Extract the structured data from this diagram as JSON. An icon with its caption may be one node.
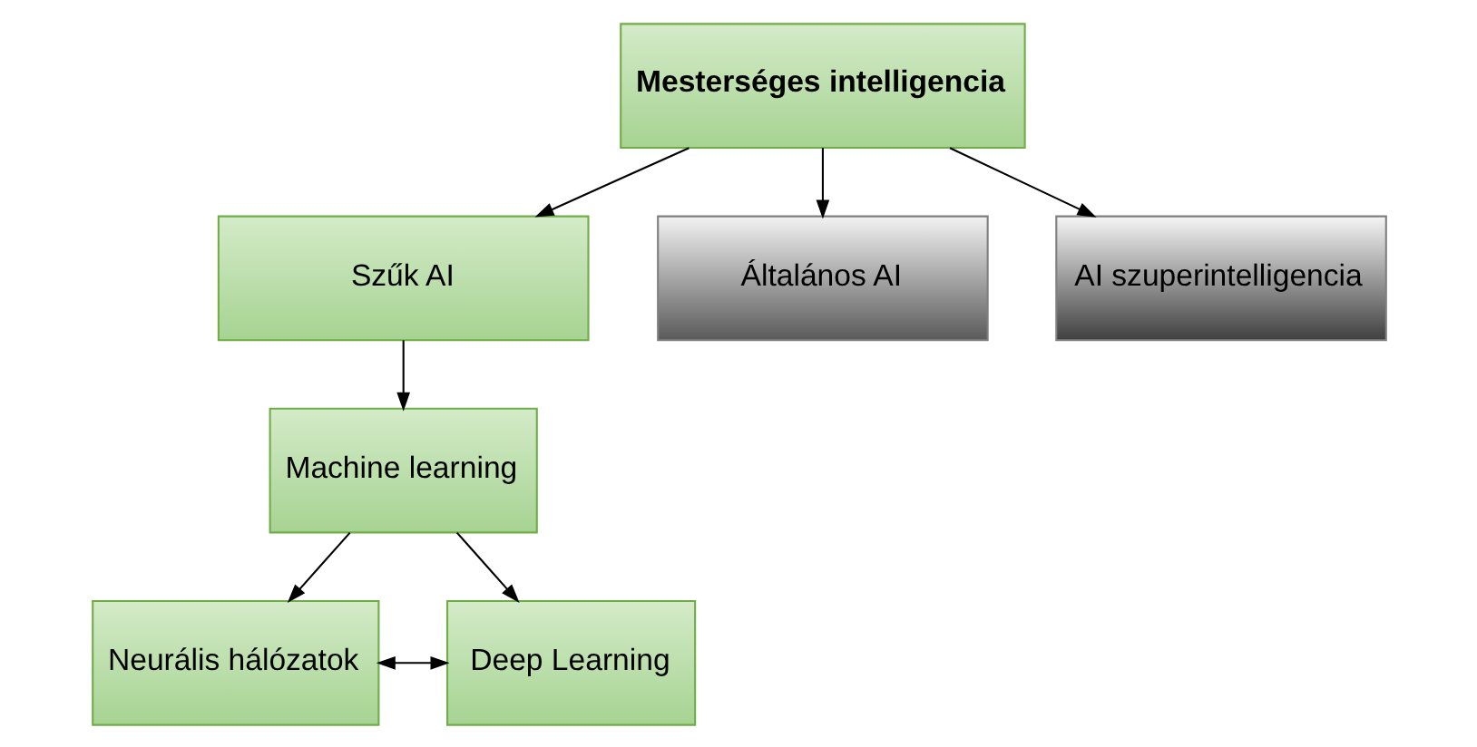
{
  "diagram": {
    "nodes": [
      {
        "text": [
          "Mesterséges intelligencia"
        ]
      },
      {
        "text": [
          "Szűk AI"
        ]
      },
      {
        "text": [
          "Általános AI"
        ]
      },
      {
        "text": [
          "AI szuperintelligencia"
        ]
      },
      {
        "text": [
          "Machine learning"
        ]
      },
      {
        "text": [
          "Neurális hálózatok"
        ]
      },
      {
        "text": [
          "Deep Learning"
        ]
      }
    ],
    "edges": [
      {
        "from": 0,
        "to": 1,
        "arrow": "to"
      },
      {
        "from": 0,
        "to": 2,
        "arrow": "to"
      },
      {
        "from": 0,
        "to": 3,
        "arrow": "to"
      },
      {
        "from": 1,
        "to": 4,
        "arrow": "to"
      },
      {
        "from": 4,
        "to": 5,
        "arrow": "to"
      },
      {
        "from": 4,
        "to": 6,
        "arrow": "to"
      },
      {
        "from": 5,
        "to": 6,
        "arrow": "both"
      }
    ]
  }
}
